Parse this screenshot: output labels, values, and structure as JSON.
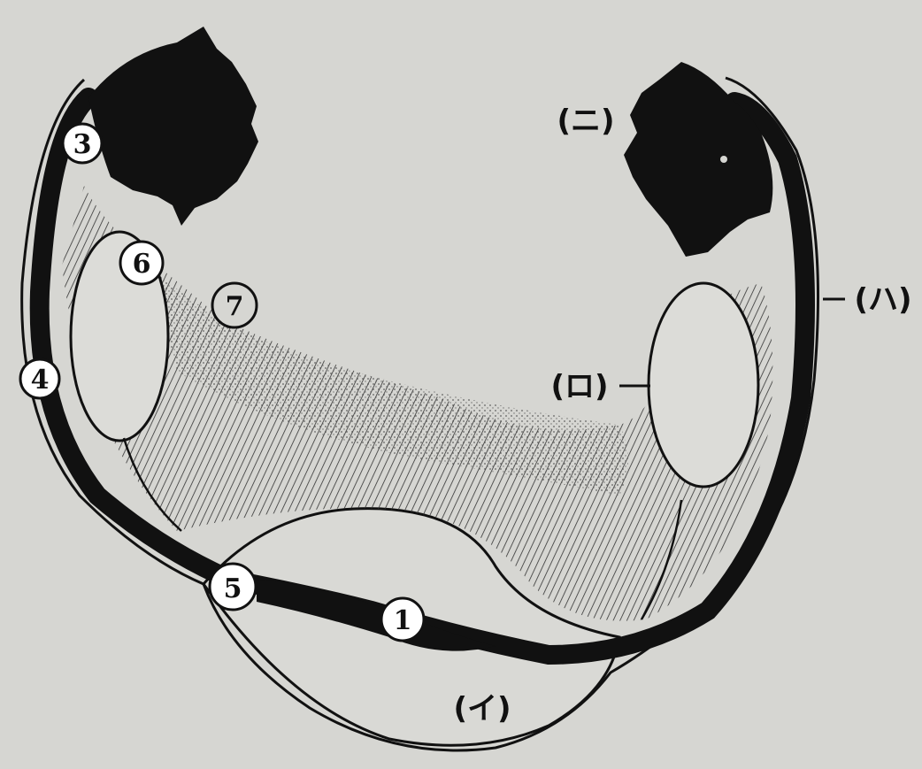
{
  "diagram": {
    "numbered_markers": [
      {
        "id": "1",
        "label": "1"
      },
      {
        "id": "3",
        "label": "3"
      },
      {
        "id": "4",
        "label": "4"
      },
      {
        "id": "5",
        "label": "5"
      },
      {
        "id": "6",
        "label": "6"
      },
      {
        "id": "7",
        "label": "7"
      }
    ],
    "kana_labels": [
      {
        "id": "i",
        "label": "(イ)"
      },
      {
        "id": "ro",
        "label": "(ロ)"
      },
      {
        "id": "ha",
        "label": "(ハ)"
      },
      {
        "id": "ni",
        "label": "(ニ)"
      }
    ]
  },
  "colors": {
    "paper": "#d6d6d2",
    "ink": "#111111",
    "tissue": "#cfcfcb"
  }
}
